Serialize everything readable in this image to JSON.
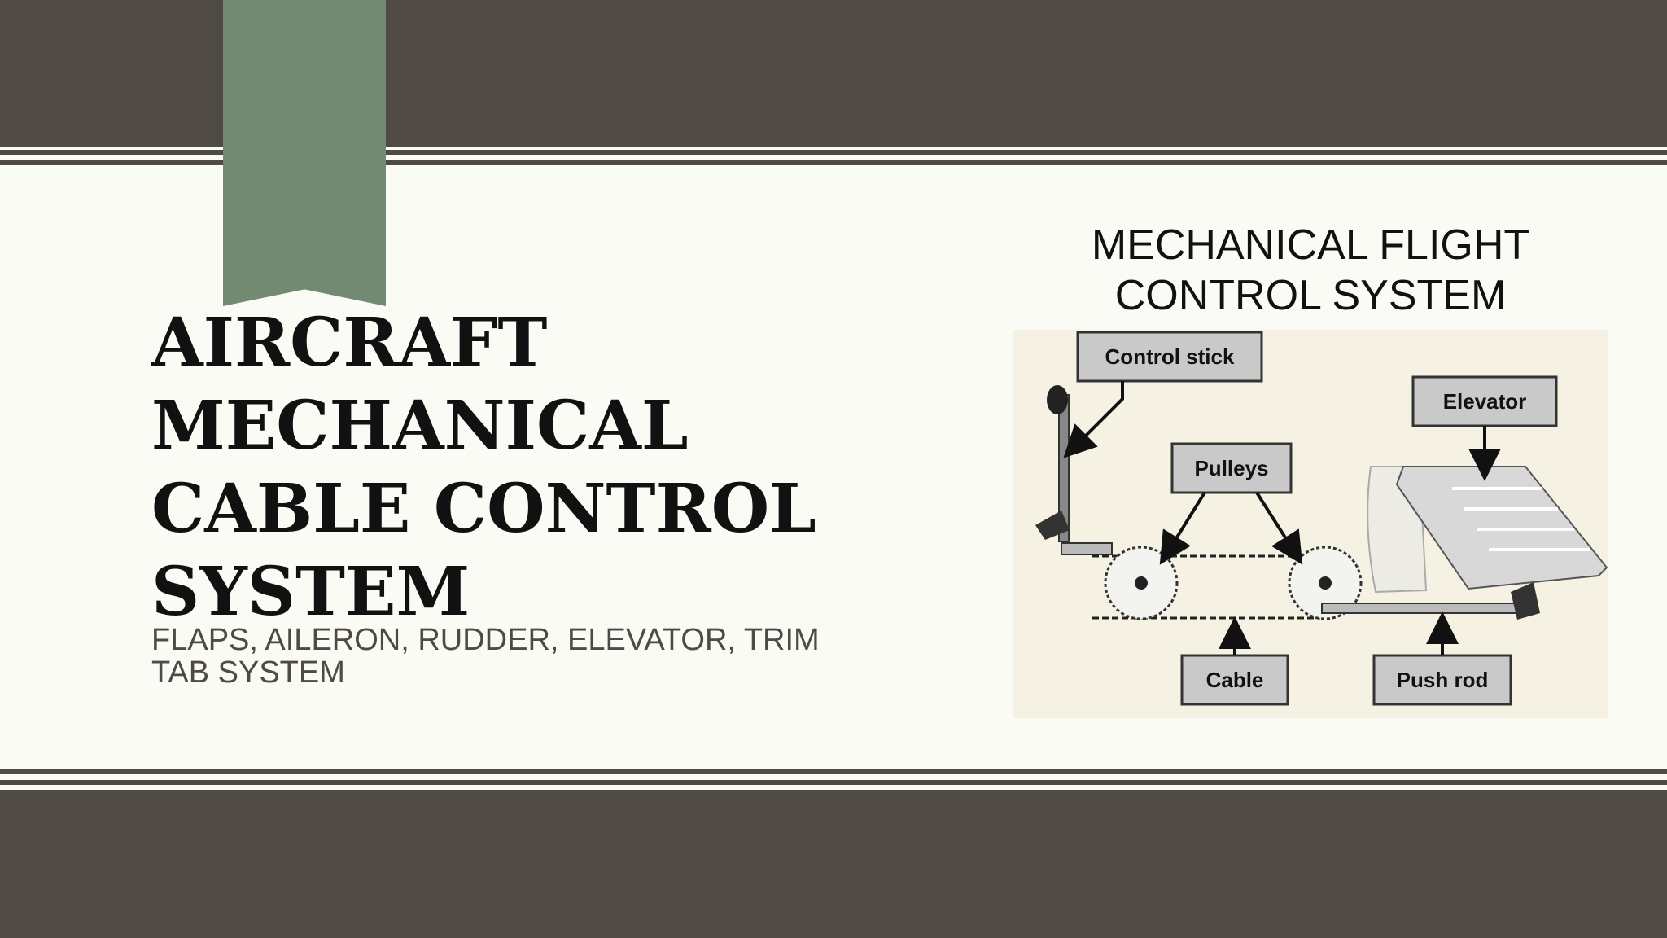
{
  "slide": {
    "title_lines": [
      "AIRCRAFT",
      "MECHANICAL",
      "CABLE CONTROL",
      "SYSTEM"
    ],
    "subtitle": "FLAPS, AILERON, RUDDER, ELEVATOR, TRIM TAB SYSTEM"
  },
  "diagram": {
    "title_lines": [
      "MECHANICAL FLIGHT",
      "CONTROL SYSTEM"
    ],
    "labels": {
      "control_stick": "Control stick",
      "elevator": "Elevator",
      "pulleys": "Pulleys",
      "cable": "Cable",
      "push_rod": "Push rod"
    }
  },
  "colors": {
    "band": "#4f4a45",
    "background": "#fbfbf6",
    "ribbon": "#728a72",
    "diagram_background": "#f6f2e3",
    "label_box": "#c9c9c9"
  }
}
